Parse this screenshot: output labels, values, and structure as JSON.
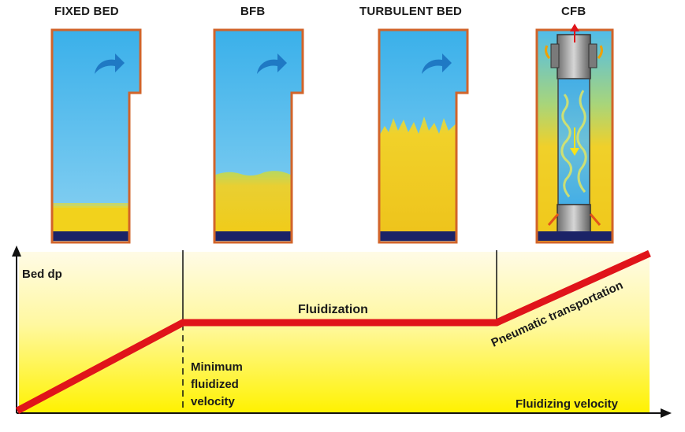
{
  "diagram": {
    "regimes": [
      {
        "key": "fixed",
        "title": "FIXED BED"
      },
      {
        "key": "bfb",
        "title": "BFB"
      },
      {
        "key": "turbulent",
        "title": "TURBULENT BED"
      },
      {
        "key": "cfb",
        "title": "CFB"
      }
    ],
    "graph": {
      "y_axis_label": "Bed dp",
      "x_axis_label": "Fluidizing velocity",
      "min_velocity_label": [
        "Minimum",
        "fluidized",
        "velocity"
      ],
      "fluidization_label": "Fluidization",
      "pneumatic_label": "Pneumatic transportation"
    },
    "colors": {
      "gas": "#3fb6ec",
      "solids": "#f2d21c",
      "vessel_border": "#d2642a",
      "distributor": "#1b2367",
      "curve": "#e0141a",
      "graph_bg_top": "#fffbe3",
      "graph_bg_bottom": "#fff000"
    }
  }
}
